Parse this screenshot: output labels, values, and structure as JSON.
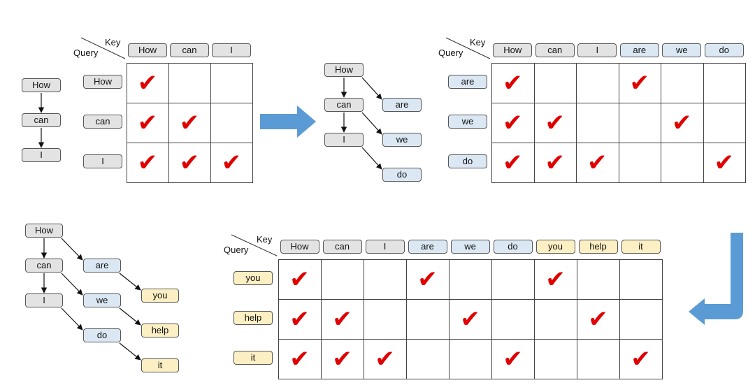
{
  "colors": {
    "gray": "#e3e3e3",
    "blue": "#dbe8f4",
    "yellow": "#fbefc3",
    "check": "#e00000",
    "arrow": "#5b9bd5"
  },
  "header_labels": {
    "key": "Key",
    "query": "Query"
  },
  "check_glyph": "✔",
  "matrices": [
    {
      "keys": [
        {
          "t": "How",
          "c": "gray"
        },
        {
          "t": "can",
          "c": "gray"
        },
        {
          "t": "I",
          "c": "gray"
        }
      ],
      "queries": [
        {
          "t": "How",
          "c": "gray"
        },
        {
          "t": "can",
          "c": "gray"
        },
        {
          "t": "I",
          "c": "gray"
        }
      ],
      "checks": [
        [
          1,
          0,
          0
        ],
        [
          1,
          1,
          0
        ],
        [
          1,
          1,
          1
        ]
      ]
    },
    {
      "keys": [
        {
          "t": "How",
          "c": "gray"
        },
        {
          "t": "can",
          "c": "gray"
        },
        {
          "t": "I",
          "c": "gray"
        },
        {
          "t": "are",
          "c": "blue"
        },
        {
          "t": "we",
          "c": "blue"
        },
        {
          "t": "do",
          "c": "blue"
        }
      ],
      "queries": [
        {
          "t": "are",
          "c": "blue"
        },
        {
          "t": "we",
          "c": "blue"
        },
        {
          "t": "do",
          "c": "blue"
        }
      ],
      "checks": [
        [
          1,
          0,
          0,
          1,
          0,
          0
        ],
        [
          1,
          1,
          0,
          0,
          1,
          0
        ],
        [
          1,
          1,
          1,
          0,
          0,
          1
        ]
      ]
    },
    {
      "keys": [
        {
          "t": "How",
          "c": "gray"
        },
        {
          "t": "can",
          "c": "gray"
        },
        {
          "t": "I",
          "c": "gray"
        },
        {
          "t": "are",
          "c": "blue"
        },
        {
          "t": "we",
          "c": "blue"
        },
        {
          "t": "do",
          "c": "blue"
        },
        {
          "t": "you",
          "c": "yellow"
        },
        {
          "t": "help",
          "c": "yellow"
        },
        {
          "t": "it",
          "c": "yellow"
        }
      ],
      "queries": [
        {
          "t": "you",
          "c": "yellow"
        },
        {
          "t": "help",
          "c": "yellow"
        },
        {
          "t": "it",
          "c": "yellow"
        }
      ],
      "checks": [
        [
          1,
          0,
          0,
          1,
          0,
          0,
          1,
          0,
          0
        ],
        [
          1,
          1,
          0,
          0,
          1,
          0,
          0,
          1,
          0
        ],
        [
          1,
          1,
          1,
          0,
          0,
          1,
          0,
          0,
          1
        ]
      ]
    }
  ],
  "trees": [
    {
      "nodes": [
        {
          "t": "How",
          "c": "gray"
        },
        {
          "t": "can",
          "c": "gray"
        },
        {
          "t": "I",
          "c": "gray"
        }
      ],
      "edges": [
        [
          0,
          1
        ],
        [
          1,
          2
        ]
      ]
    },
    {
      "nodes": [
        {
          "t": "How",
          "c": "gray"
        },
        {
          "t": "can",
          "c": "gray"
        },
        {
          "t": "I",
          "c": "gray"
        },
        {
          "t": "are",
          "c": "blue"
        },
        {
          "t": "we",
          "c": "blue"
        },
        {
          "t": "do",
          "c": "blue"
        }
      ],
      "edges": [
        [
          0,
          1
        ],
        [
          1,
          2
        ],
        [
          0,
          3
        ],
        [
          1,
          4
        ],
        [
          2,
          5
        ]
      ]
    },
    {
      "nodes": [
        {
          "t": "How",
          "c": "gray"
        },
        {
          "t": "can",
          "c": "gray"
        },
        {
          "t": "I",
          "c": "gray"
        },
        {
          "t": "are",
          "c": "blue"
        },
        {
          "t": "we",
          "c": "blue"
        },
        {
          "t": "do",
          "c": "blue"
        },
        {
          "t": "you",
          "c": "yellow"
        },
        {
          "t": "help",
          "c": "yellow"
        },
        {
          "t": "it",
          "c": "yellow"
        }
      ],
      "edges": [
        [
          0,
          1
        ],
        [
          1,
          2
        ],
        [
          0,
          3
        ],
        [
          1,
          4
        ],
        [
          2,
          5
        ],
        [
          3,
          6
        ],
        [
          4,
          7
        ],
        [
          5,
          8
        ]
      ]
    }
  ]
}
